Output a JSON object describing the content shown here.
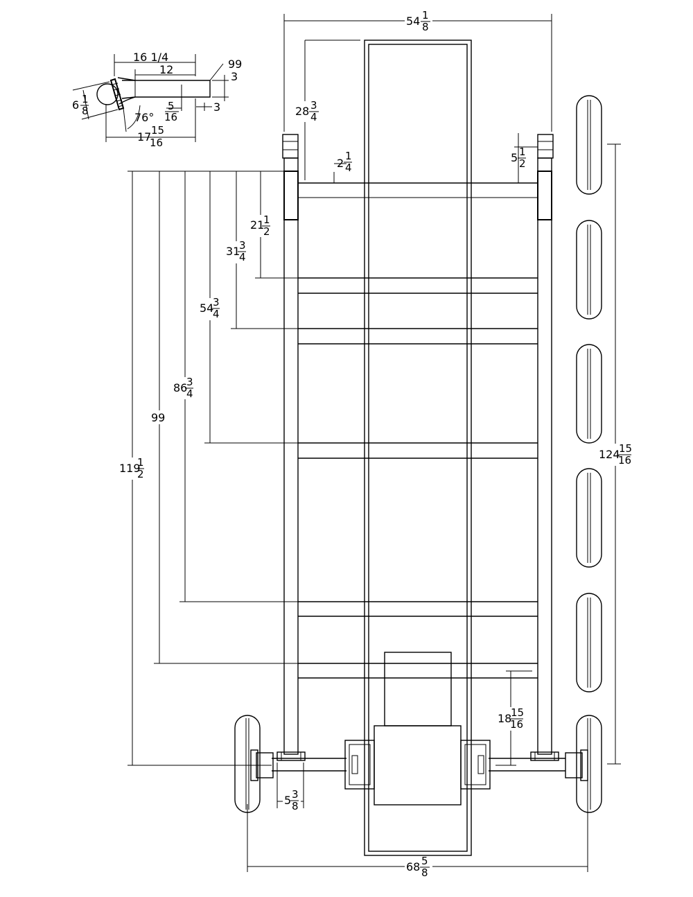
{
  "colors": {
    "ink": "#000000",
    "paper": "#ffffff"
  },
  "dimensions": {
    "top_width": {
      "whole": "54",
      "num": "1",
      "den": "8"
    },
    "bottom_width": {
      "whole": "68",
      "num": "5",
      "den": "8"
    },
    "rail_height": {
      "whole": "28",
      "num": "3",
      "den": "4"
    },
    "rail_offset": {
      "whole": "2",
      "num": "1",
      "den": "4"
    },
    "post_height": {
      "whole": "5",
      "num": "1",
      "den": "2"
    },
    "deck_length": {
      "whole": "124",
      "num": "15",
      "den": "16"
    },
    "cross_1": {
      "whole": "21",
      "num": "1",
      "den": "2"
    },
    "cross_2": {
      "whole": "31",
      "num": "3",
      "den": "4"
    },
    "cross_3": {
      "whole": "54",
      "num": "3",
      "den": "4"
    },
    "cross_4": {
      "whole": "86",
      "num": "3",
      "den": "4"
    },
    "cross_5": "99",
    "overall_length": {
      "whole": "119",
      "num": "1",
      "den": "2"
    },
    "axle_drop": {
      "whole": "18",
      "num": "15",
      "den": "16"
    },
    "hub_width": {
      "whole": "5",
      "num": "3",
      "den": "8"
    }
  },
  "detail": {
    "top_width": "16 1/4",
    "inner_width": "12",
    "ref": "99",
    "thickness_a": "3",
    "thickness_b": "3",
    "left_height": {
      "whole": "6",
      "num": "1",
      "den": "8"
    },
    "plate": {
      "whole": "",
      "num": "5",
      "den": "16"
    },
    "angle": "76°",
    "bottom_width": {
      "whole": "17",
      "num": "15",
      "den": "16"
    }
  }
}
